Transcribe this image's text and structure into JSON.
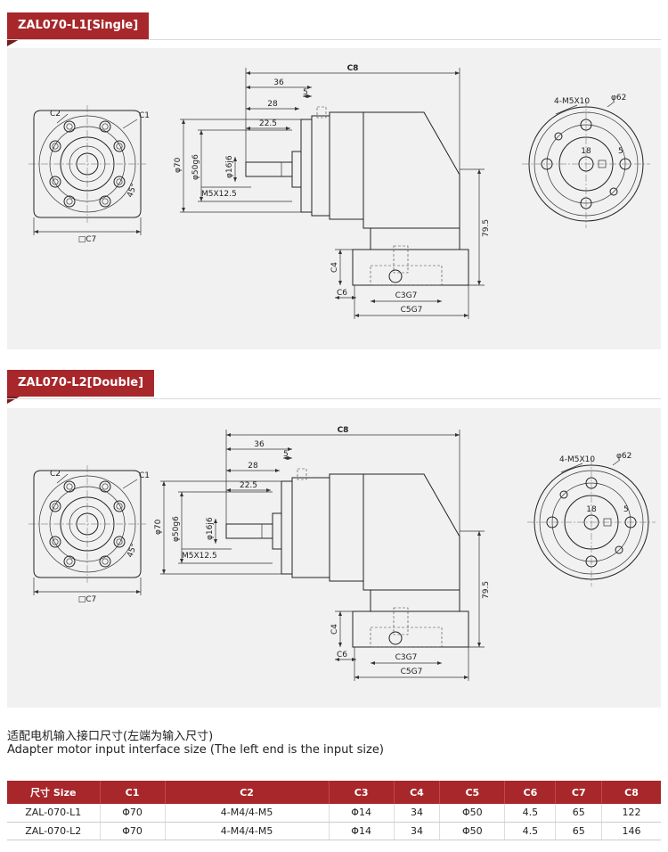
{
  "sections": [
    {
      "title": "ZAL070-L1[Single]",
      "model_key": "L1"
    },
    {
      "title": "ZAL070-L2[Double]",
      "model_key": "L2"
    }
  ],
  "drawing_labels": {
    "c1": "C1",
    "c2": "C2",
    "c7": "□C7",
    "c8": "C8",
    "angle": "45°",
    "d36": "36",
    "d5": "5",
    "d28": "28",
    "d22": "22.5",
    "phi70": "φ70",
    "phi50": "φ50g6",
    "phi16": "φ16j6",
    "m5": "M5X12.5",
    "h795": "79.5",
    "c4": "C4",
    "c6": "C6",
    "c3": "C3G7",
    "c5": "C5G7",
    "m5x10": "4-M5X10",
    "phi62": "φ62",
    "d18": "18",
    "d5b": "5"
  },
  "caption_cn": "适配电机输入接口尺寸(左端为输入尺寸)",
  "caption_en": "Adapter motor input interface size (The left end is the input size)",
  "table": {
    "headers": [
      "尺寸 Size",
      "C1",
      "C2",
      "C3",
      "C4",
      "C5",
      "C6",
      "C7",
      "C8"
    ],
    "rows": [
      [
        "ZAL-070-L1",
        "Φ70",
        "4-M4/4-M5",
        "Φ14",
        "34",
        "Φ50",
        "4.5",
        "65",
        "122"
      ],
      [
        "ZAL-070-L2",
        "Φ70",
        "4-M4/4-M5",
        "Φ14",
        "34",
        "Φ50",
        "4.5",
        "65",
        "146"
      ]
    ]
  }
}
